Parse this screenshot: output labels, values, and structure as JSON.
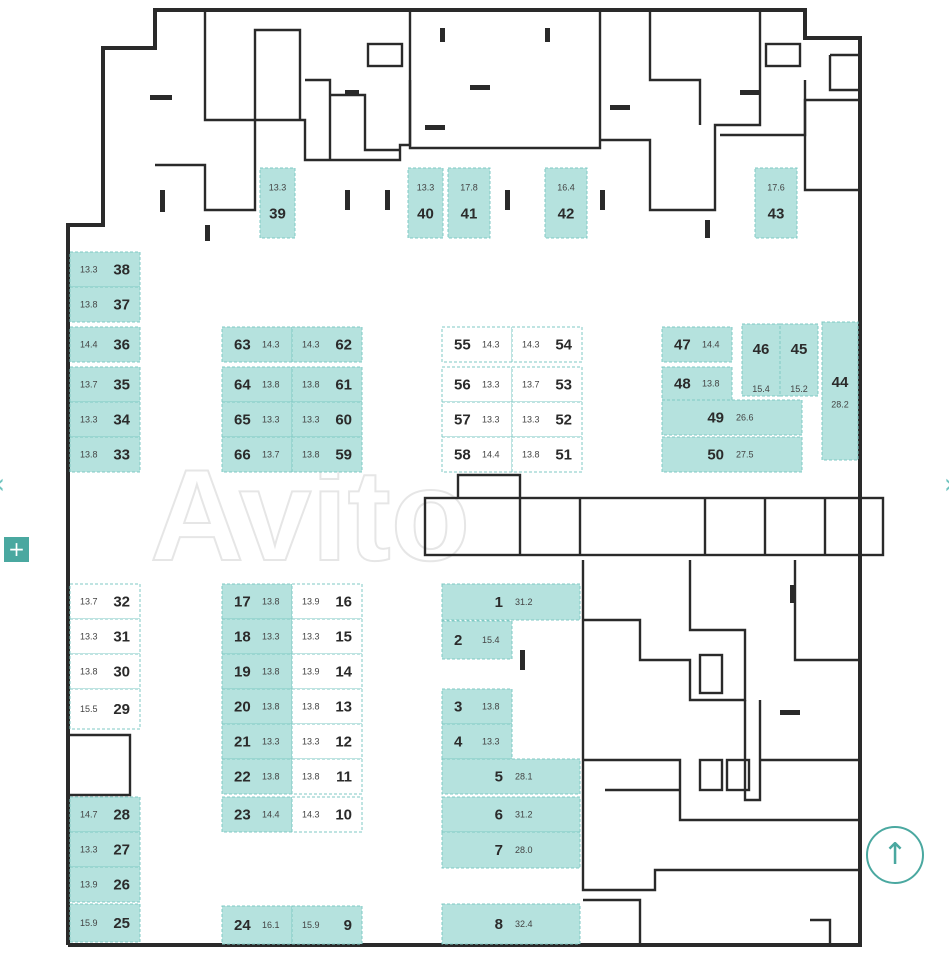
{
  "colors": {
    "occupied": "#b5e2de",
    "free": "#ffffff",
    "border": "#7fc9c4",
    "accent": "#4aa8a0",
    "wall": "#2a2a2a"
  },
  "watermark": "Avito",
  "controls": {
    "prev": "‹",
    "next": "›",
    "zoom_in": "+",
    "scroll_up": "↑"
  },
  "spots": [
    {
      "id": "38",
      "area": "13.3",
      "taken": true
    },
    {
      "id": "37",
      "area": "13.8",
      "taken": true
    },
    {
      "id": "36",
      "area": "14.4",
      "taken": true
    },
    {
      "id": "35",
      "area": "13.7",
      "taken": true
    },
    {
      "id": "34",
      "area": "13.3",
      "taken": true
    },
    {
      "id": "33",
      "area": "13.8",
      "taken": true
    },
    {
      "id": "39",
      "area": "13.3",
      "taken": true
    },
    {
      "id": "40",
      "area": "13.3",
      "taken": true
    },
    {
      "id": "41",
      "area": "17.8",
      "taken": true
    },
    {
      "id": "42",
      "area": "16.4",
      "taken": true
    },
    {
      "id": "43",
      "area": "17.6",
      "taken": true
    },
    {
      "id": "63",
      "area": "14.3",
      "taken": true
    },
    {
      "id": "62",
      "area": "14.3",
      "taken": true
    },
    {
      "id": "64",
      "area": "13.8",
      "taken": true
    },
    {
      "id": "61",
      "area": "13.8",
      "taken": true
    },
    {
      "id": "65",
      "area": "13.3",
      "taken": true
    },
    {
      "id": "60",
      "area": "13.3",
      "taken": true
    },
    {
      "id": "66",
      "area": "13.7",
      "taken": true
    },
    {
      "id": "59",
      "area": "13.8",
      "taken": true
    },
    {
      "id": "55",
      "area": "14.3",
      "taken": false
    },
    {
      "id": "54",
      "area": "14.3",
      "taken": false
    },
    {
      "id": "56",
      "area": "13.3",
      "taken": false
    },
    {
      "id": "53",
      "area": "13.7",
      "taken": false
    },
    {
      "id": "57",
      "area": "13.3",
      "taken": false
    },
    {
      "id": "52",
      "area": "13.3",
      "taken": false
    },
    {
      "id": "58",
      "area": "14.4",
      "taken": false
    },
    {
      "id": "51",
      "area": "13.8",
      "taken": false
    },
    {
      "id": "47",
      "area": "14.4",
      "taken": true
    },
    {
      "id": "46",
      "area": "15.4",
      "taken": true
    },
    {
      "id": "45",
      "area": "15.2",
      "taken": true
    },
    {
      "id": "44",
      "area": "28.2",
      "taken": true
    },
    {
      "id": "48",
      "area": "13.8",
      "taken": true
    },
    {
      "id": "49",
      "area": "26.6",
      "taken": true
    },
    {
      "id": "50",
      "area": "27.5",
      "taken": true
    },
    {
      "id": "32",
      "area": "13.7",
      "taken": false
    },
    {
      "id": "31",
      "area": "13.3",
      "taken": false
    },
    {
      "id": "30",
      "area": "13.8",
      "taken": false
    },
    {
      "id": "29",
      "area": "15.5",
      "taken": false
    },
    {
      "id": "28",
      "area": "14.7",
      "taken": true
    },
    {
      "id": "27",
      "area": "13.3",
      "taken": true
    },
    {
      "id": "26",
      "area": "13.9",
      "taken": true
    },
    {
      "id": "25",
      "area": "15.9",
      "taken": true
    },
    {
      "id": "17",
      "area": "13.8",
      "taken": true
    },
    {
      "id": "16",
      "area": "13.9",
      "taken": false
    },
    {
      "id": "18",
      "area": "13.3",
      "taken": true
    },
    {
      "id": "15",
      "area": "13.3",
      "taken": false
    },
    {
      "id": "19",
      "area": "13.8",
      "taken": true
    },
    {
      "id": "14",
      "area": "13.9",
      "taken": false
    },
    {
      "id": "20",
      "area": "13.8",
      "taken": true
    },
    {
      "id": "13",
      "area": "13.8",
      "taken": false
    },
    {
      "id": "21",
      "area": "13.3",
      "taken": true
    },
    {
      "id": "12",
      "area": "13.3",
      "taken": false
    },
    {
      "id": "22",
      "area": "13.8",
      "taken": true
    },
    {
      "id": "11",
      "area": "13.8",
      "taken": false
    },
    {
      "id": "23",
      "area": "14.4",
      "taken": true
    },
    {
      "id": "10",
      "area": "14.3",
      "taken": false
    },
    {
      "id": "24",
      "area": "16.1",
      "taken": true
    },
    {
      "id": "9",
      "area": "15.9",
      "taken": true
    },
    {
      "id": "1",
      "area": "31.2",
      "taken": true
    },
    {
      "id": "2",
      "area": "15.4",
      "taken": true
    },
    {
      "id": "3",
      "area": "13.8",
      "taken": true
    },
    {
      "id": "4",
      "area": "13.3",
      "taken": true
    },
    {
      "id": "5",
      "area": "28.1",
      "taken": true
    },
    {
      "id": "6",
      "area": "31.2",
      "taken": true
    },
    {
      "id": "7",
      "area": "28.0",
      "taken": true
    },
    {
      "id": "8",
      "area": "32.4",
      "taken": true
    }
  ]
}
